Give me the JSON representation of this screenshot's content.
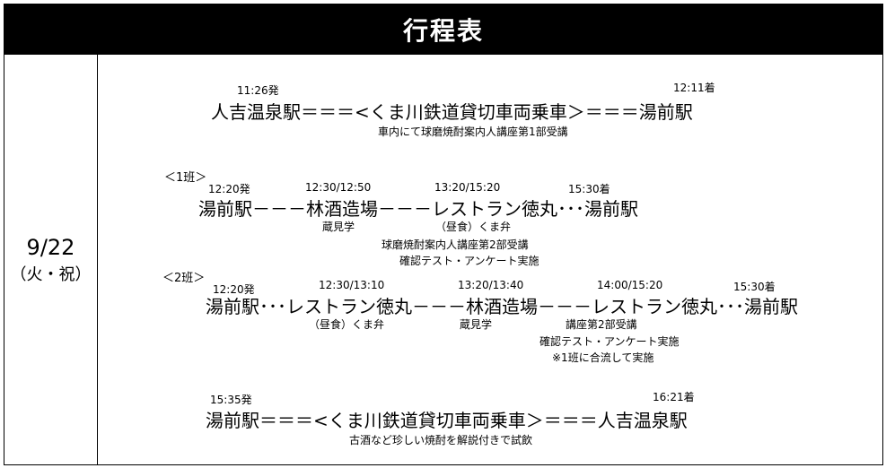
{
  "title": "行程表",
  "date": {
    "main": "9/22",
    "sub": "（火・祝）"
  },
  "seg1": {
    "dep_time": "11:26発",
    "arr_time": "12:11着",
    "route": "人吉温泉駅＝＝＝<くま川鉄道貸切車両乗車＞＝＝＝湯前駅",
    "note": "車内にて球磨焼酎案内人講座第1部受講"
  },
  "group1": {
    "label": "＜1班＞",
    "times": [
      "12:20発",
      "12:30/12:50",
      "13:20/15:20",
      "15:30着"
    ],
    "route": "湯前駅－－－林酒造場－－－レストラン徳丸･･･湯前駅",
    "notes": [
      "蔵見学",
      "（昼食）くま弁",
      "球磨焼酎案内人講座第2部受講",
      "確認テスト・アンケート実施"
    ]
  },
  "group2": {
    "label": "＜2班＞",
    "times": [
      "12:20発",
      "12:30/13:10",
      "13:20/13:40",
      "14:00/15:20",
      "15:30着"
    ],
    "route": "湯前駅･･･レストラン徳丸－－－林酒造場－－－レストラン徳丸･･･湯前駅",
    "notes": [
      "（昼食）くま弁",
      "蔵見学",
      "講座第2部受講",
      "確認テスト・アンケート実施",
      "※1班に合流して実施"
    ]
  },
  "seg4": {
    "dep_time": "15:35発",
    "arr_time": "16:21着",
    "route": "湯前駅＝＝＝<くま川鉄道貸切車両乗車＞＝＝＝人吉温泉駅",
    "note": "古酒など珍しい焼酎を解説付きで試飲"
  }
}
